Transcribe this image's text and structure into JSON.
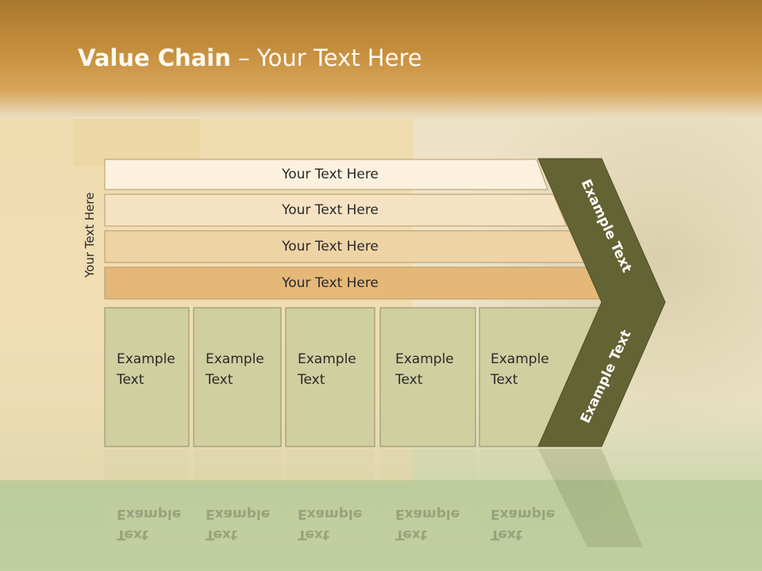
{
  "title": {
    "bold": "Value Chain",
    "rest": " – Your Text Here"
  },
  "side_label": "Your Text Here",
  "rows": [
    {
      "label": "Your Text Here",
      "fill": "#fbf1de"
    },
    {
      "label": "Your Text Here",
      "fill": "#f5e2c2"
    },
    {
      "label": "Your Text Here",
      "fill": "#eed3a5"
    },
    {
      "label": "Your Text Here",
      "fill": "#e5b878"
    }
  ],
  "boxes": [
    {
      "line1": "Example",
      "line2": "Text"
    },
    {
      "line1": "Example",
      "line2": "Text"
    },
    {
      "line1": "Example",
      "line2": "Text"
    },
    {
      "line1": "Example",
      "line2": "Text"
    },
    {
      "line1": "Example",
      "line2": "Text"
    }
  ],
  "arrow_upper": "Example Text",
  "arrow_lower": "Example Text",
  "colors": {
    "header": "#c48d3c",
    "box_fill": "#d0cfa0",
    "arrow_fill": "#636333",
    "title": "#fffaf0"
  }
}
